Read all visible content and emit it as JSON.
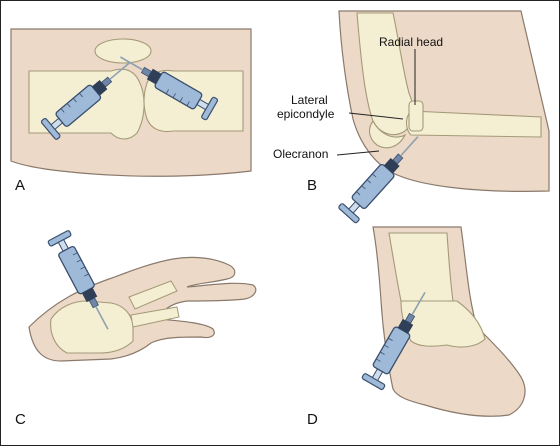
{
  "panels": {
    "a": {
      "label": "A"
    },
    "b": {
      "label": "B",
      "callouts": {
        "radial_head": "Radial head",
        "lateral_epicondyle_line1": "Lateral",
        "lateral_epicondyle_line2": "epicondyle",
        "olecranon": "Olecranon"
      }
    },
    "c": {
      "label": "C"
    },
    "d": {
      "label": "D"
    }
  },
  "colors": {
    "skin": "#ecd9c7",
    "skin_outline": "#8a7a6c",
    "bone": "#f4efd3",
    "bone_outline": "#a49a78",
    "syringe_barrel": "#9fb9d8",
    "syringe_outline": "#3a4f6e",
    "syringe_dark": "#2e3f57",
    "needle": "#9aa7b3"
  }
}
